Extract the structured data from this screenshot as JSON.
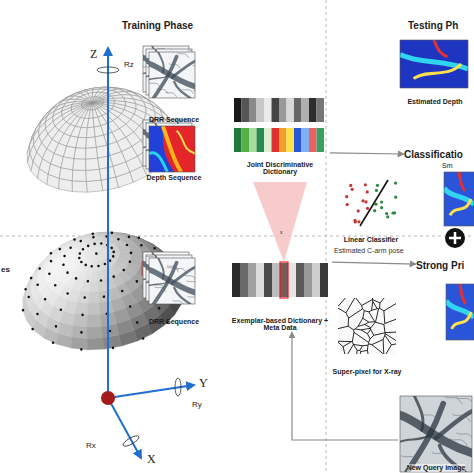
{
  "diagram": {
    "nodes": [
      {
        "text": [
          "DRR Sequence"
        ]
      },
      {
        "text": [
          "Depth Sequence"
        ]
      },
      {
        "text": [
          "Joint Discriminative Dictionary"
        ]
      },
      {
        "text": [
          "DRR Sequence"
        ]
      },
      {
        "text": [
          "Exemplar-based Dictionary + Meta Data"
        ]
      },
      {
        "text": [
          "Estimated Depth"
        ]
      },
      {
        "text": [
          "Classificatio"
        ]
      },
      {
        "text": [
          "Linear Classifier"
        ]
      },
      {
        "text": [
          "Strong Pri"
        ]
      },
      {
        "text": [
          "Super-pixel for X-ray"
        ]
      },
      {
        "text": [
          "New Query image"
        ]
      }
    ],
    "edges": [
      {
        "from": 2,
        "to": 6,
        "arrow": "to"
      },
      {
        "from": 4,
        "to": 8,
        "label": "Estimated C-arm pose",
        "arrow": "to"
      },
      {
        "from": 10,
        "to": 4,
        "arrow": "to"
      }
    ],
    "labels": [
      "Training Phase",
      "Testing Ph",
      "Z",
      "Rz",
      "Y",
      "Ry",
      "X",
      "Rx",
      "es",
      "Sm",
      "x"
    ]
  }
}
